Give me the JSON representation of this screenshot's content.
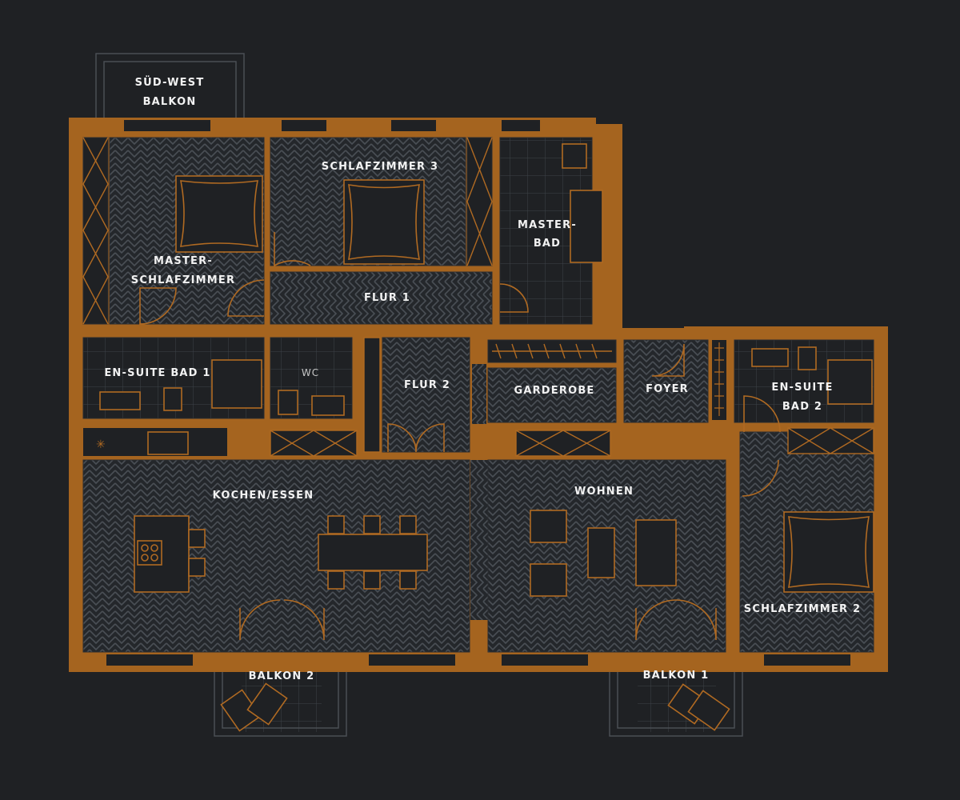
{
  "colors": {
    "background": "#1f2124",
    "wall": "#a5641f",
    "floor_pattern": "#4a4f55",
    "furniture": "#b06a22",
    "label": "#f2f2f2"
  },
  "rooms": {
    "sued_west_balkon": [
      "SÜD-WEST",
      "BALKON"
    ],
    "master_schlafzimmer": [
      "MASTER-",
      "SCHLAFZIMMER"
    ],
    "schlafzimmer_3": "SCHLAFZIMMER 3",
    "master_bad": [
      "MASTER-",
      "BAD"
    ],
    "flur_1": "FLUR 1",
    "en_suite_bad_1": "EN-SUITE BAD 1",
    "wc": "WC",
    "flur_2": "FLUR 2",
    "garderobe": "GARDEROBE",
    "foyer": "FOYER",
    "en_suite_bad_2": [
      "EN-SUITE",
      "BAD 2"
    ],
    "kochen_essen": "KOCHEN/ESSEN",
    "wohnen": "WOHNEN",
    "schlafzimmer_2": "SCHLAFZIMMER 2",
    "balkon_2": "BALKON 2",
    "balkon_1": "BALKON 1"
  }
}
